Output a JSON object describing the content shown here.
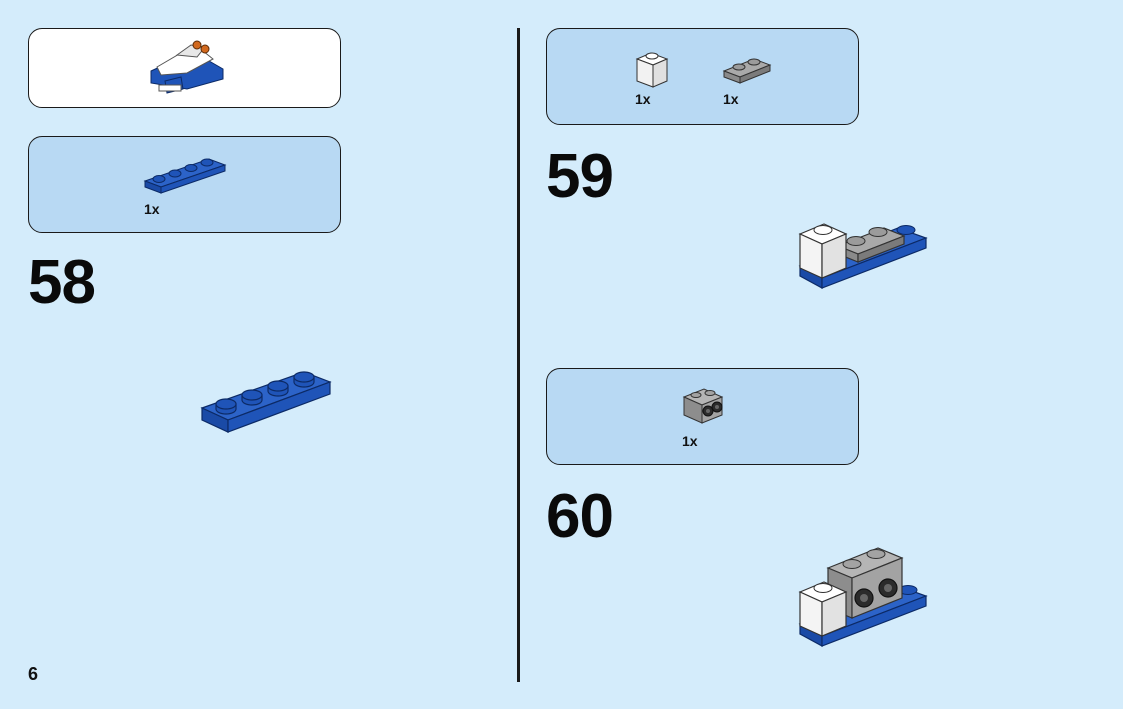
{
  "page_number": "6",
  "colors": {
    "background": "#d4ecfb",
    "parts_box": "#b8d9f3",
    "brick_blue": "#1f54b8",
    "brick_gray": "#9b9b9b",
    "brick_white": "#ffffff"
  },
  "subassembly": {
    "icon": "car-subassembly-icon"
  },
  "steps": [
    {
      "number": "58",
      "parts": [
        {
          "icon": "blue-plate-1x4-icon",
          "quantity": "1x"
        }
      ],
      "result_icon": "blue-plate-1x4-build-icon"
    },
    {
      "number": "59",
      "parts": [
        {
          "icon": "white-brick-1x1-icon",
          "quantity": "1x"
        },
        {
          "icon": "gray-plate-1x2-icon",
          "quantity": "1x"
        }
      ],
      "result_icon": "step-59-build-icon"
    },
    {
      "number": "60",
      "parts": [
        {
          "icon": "gray-brick-studs-on-side-icon",
          "quantity": "1x"
        }
      ],
      "result_icon": "step-60-build-icon"
    }
  ]
}
